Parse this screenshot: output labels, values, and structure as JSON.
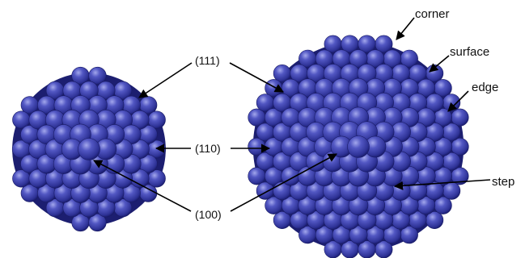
{
  "labels": {
    "corner": "corner",
    "surface": "surface",
    "edge": "edge",
    "facet_111": "(111)",
    "facet_110": "(110)",
    "facet_100": "(100)",
    "step": "step"
  },
  "colors": {
    "sphere_base": "#3b3fa8",
    "sphere_highlight": "#9a9ee8",
    "sphere_shadow": "#14165a",
    "arrow": "#000000",
    "background": "#ffffff"
  }
}
